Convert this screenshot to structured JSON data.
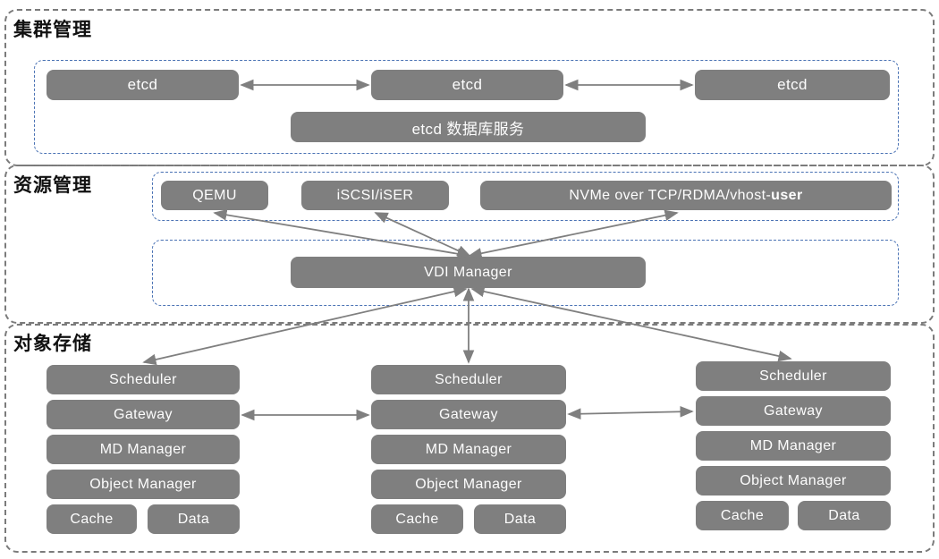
{
  "colors": {
    "node_fill": "#7f7f7f",
    "node_text": "#fdfdfd",
    "section_border": "#7b7b7b",
    "inner_border": "#4a72b4",
    "arrow": "#7f7f7f"
  },
  "sections": {
    "cluster": {
      "title": "集群管理",
      "etcd_nodes": [
        "etcd",
        "etcd",
        "etcd"
      ],
      "db_service": "etcd 数据库服务"
    },
    "resource": {
      "title": "资源管理",
      "protocols": [
        "QEMU",
        "iSCSI/iSER"
      ],
      "nvme": {
        "text": "NVMe over TCP/RDMA/vhost-",
        "bold": "user"
      },
      "vdi_manager": "VDI Manager"
    },
    "storage": {
      "title": "对象存储",
      "stacks": [
        {
          "rows": [
            "Scheduler",
            "Gateway",
            "MD Manager",
            "Object Manager"
          ],
          "cache": "Cache",
          "data": "Data"
        },
        {
          "rows": [
            "Scheduler",
            "Gateway",
            "MD Manager",
            "Object Manager"
          ],
          "cache": "Cache",
          "data": "Data"
        },
        {
          "rows": [
            "Scheduler",
            "Gateway",
            "MD Manager",
            "Object Manager"
          ],
          "cache": "Cache",
          "data": "Data"
        }
      ]
    }
  }
}
